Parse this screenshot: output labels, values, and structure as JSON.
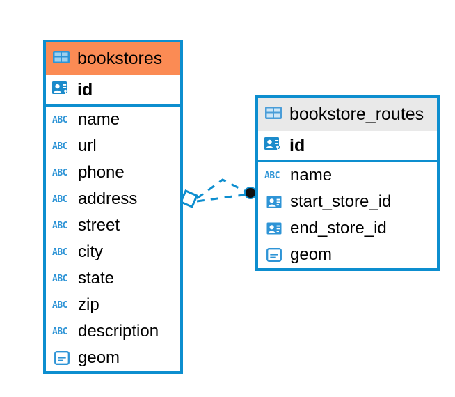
{
  "diagram": {
    "kind": "entity-relationship-diagram",
    "colors": {
      "border": "#0d8ecf",
      "header_accent": "#fb8b54",
      "header_neutral": "#e9e9e9",
      "icon_blue": "#2e94d6",
      "connector": "#0d8ecf",
      "endpoint_dot": "#101010",
      "text": "#000000",
      "background": "#ffffff"
    },
    "entities": [
      {
        "name": "bookstores",
        "header_style": "accent",
        "header_icon": "table-icon",
        "primary_key": {
          "label": "id",
          "icon": "primary-key-icon"
        },
        "fields": [
          {
            "label": "name",
            "icon": "text-type-icon",
            "icon_text": "ABC"
          },
          {
            "label": "url",
            "icon": "text-type-icon",
            "icon_text": "ABC"
          },
          {
            "label": "phone",
            "icon": "text-type-icon",
            "icon_text": "ABC"
          },
          {
            "label": "address",
            "icon": "text-type-icon",
            "icon_text": "ABC"
          },
          {
            "label": "street",
            "icon": "text-type-icon",
            "icon_text": "ABC"
          },
          {
            "label": "city",
            "icon": "text-type-icon",
            "icon_text": "ABC"
          },
          {
            "label": "state",
            "icon": "text-type-icon",
            "icon_text": "ABC"
          },
          {
            "label": "zip",
            "icon": "text-type-icon",
            "icon_text": "ABC"
          },
          {
            "label": "description",
            "icon": "text-type-icon",
            "icon_text": "ABC"
          },
          {
            "label": "geom",
            "icon": "geometry-type-icon",
            "icon_text": ""
          }
        ]
      },
      {
        "name": "bookstore_routes",
        "header_style": "neutral",
        "header_icon": "table-icon",
        "primary_key": {
          "label": "id",
          "icon": "primary-key-icon"
        },
        "fields": [
          {
            "label": "name",
            "icon": "text-type-icon",
            "icon_text": "ABC"
          },
          {
            "label": "start_store_id",
            "icon": "foreign-key-icon",
            "icon_text": ""
          },
          {
            "label": "end_store_id",
            "icon": "foreign-key-icon",
            "icon_text": ""
          },
          {
            "label": "geom",
            "icon": "geometry-type-icon",
            "icon_text": ""
          }
        ]
      }
    ],
    "relationship": {
      "style": "dashed",
      "source_marker": "diamond-outline-marker",
      "target_marker": "filled-circle-marker"
    }
  }
}
